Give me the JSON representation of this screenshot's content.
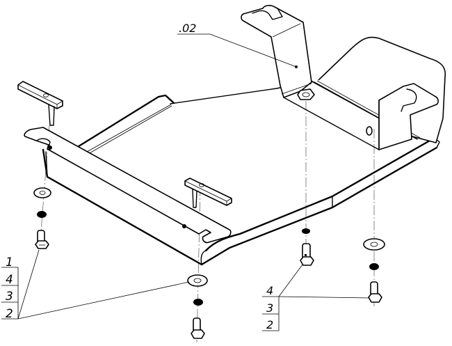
{
  "drawing": {
    "title": "Exploded assembly drawing of skid plate with brackets and fasteners",
    "part_label": ".02",
    "callout_left": {
      "items": [
        "1",
        "4",
        "3",
        "2"
      ]
    },
    "callout_right": {
      "items": [
        "4",
        "3",
        "2"
      ]
    },
    "line_color": "#000000",
    "background": "#ffffff"
  }
}
